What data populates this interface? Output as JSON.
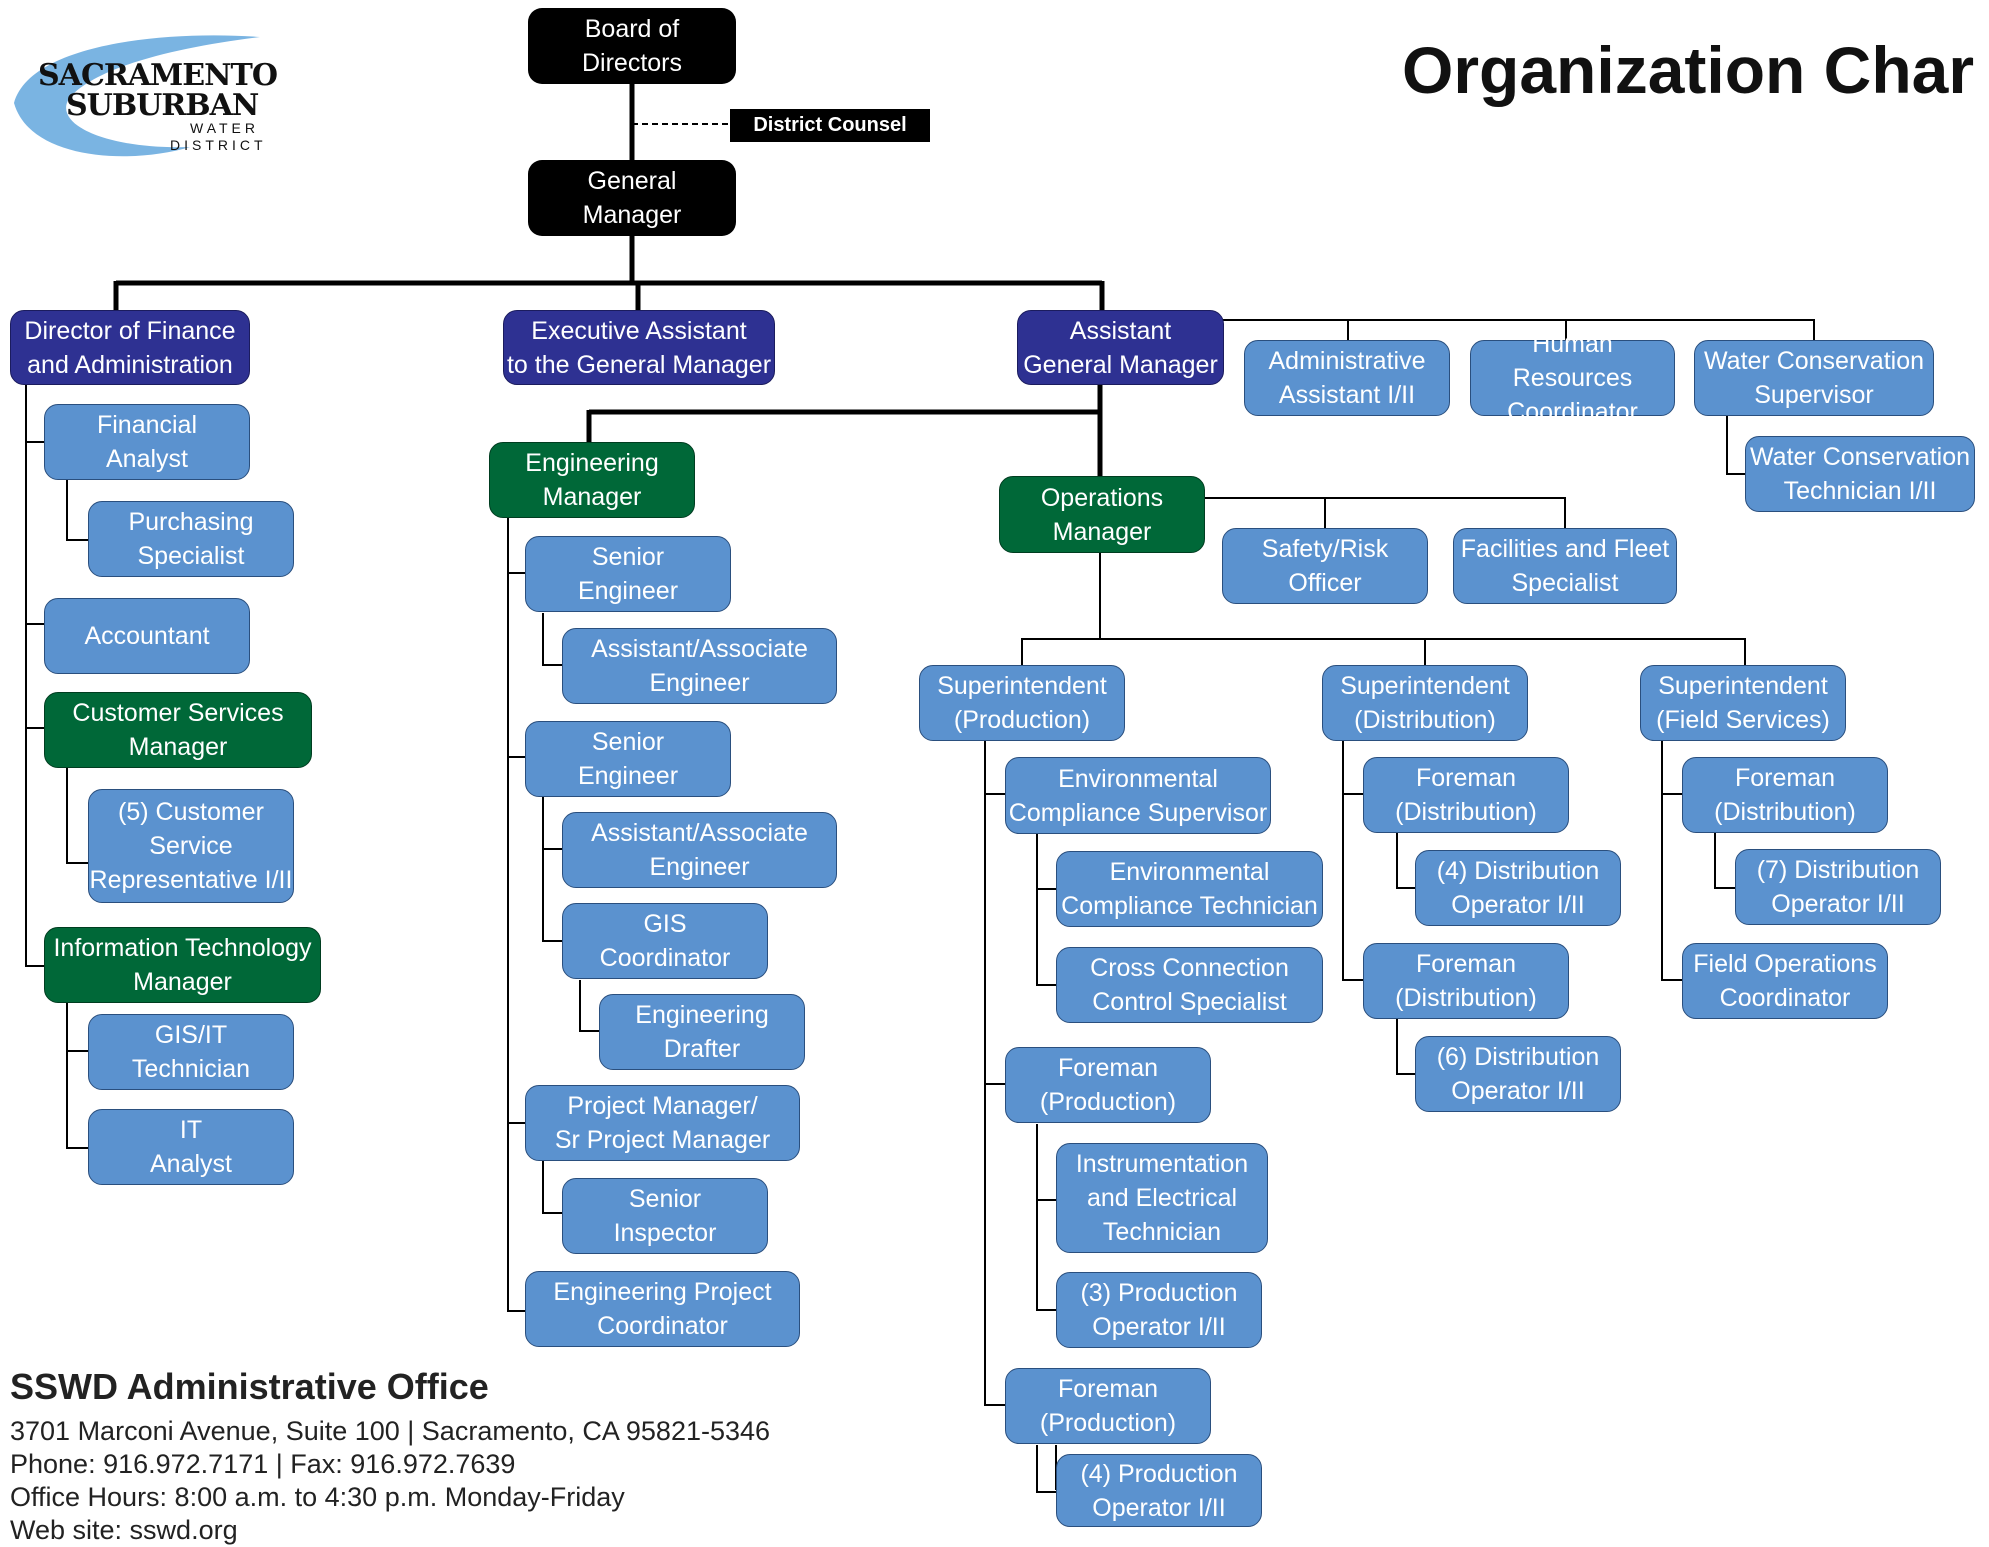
{
  "title": "Organization Char",
  "logo": {
    "line1": "SACRAMENTO",
    "line2": "SUBURBAN",
    "line3": "WATER",
    "line4": "DISTRICT"
  },
  "counsel": "District Counsel",
  "colors": {
    "executive": "#000000",
    "director": "#2e3192",
    "manager": "#006838",
    "staff": "#5b92cf"
  },
  "positions": {
    "board": "Board of\nDirectors",
    "gm": "General\nManager",
    "dfa": "Director of Finance\nand Administration",
    "exa": "Executive Assistant\nto the General Manager",
    "agm": "Assistant\nGeneral Manager",
    "aa": "Administrative\nAssistant I/II",
    "hr": "Human Resources\nCoordinator",
    "wcs": "Water Conservation\nSupervisor",
    "wct": "Water Conservation\nTechnician I/II",
    "fa": "Financial\nAnalyst",
    "ps": "Purchasing\nSpecialist",
    "acc": "Accountant",
    "csm": "Customer Services\nManager",
    "csr": "(5) Customer\nService\nRepresentative I/II",
    "itm": "Information Technology\nManager",
    "gist": "GIS/IT\nTechnician",
    "ita": "IT\nAnalyst",
    "em": "Engineering\nManager",
    "se1": "Senior\nEngineer",
    "aae1": "Assistant/Associate\nEngineer",
    "se2": "Senior\nEngineer",
    "aae2": "Assistant/Associate\nEngineer",
    "gisc": "GIS\nCoordinator",
    "ed": "Engineering\nDrafter",
    "pm": "Project Manager/\nSr Project Manager",
    "si": "Senior\nInspector",
    "epc": "Engineering Project\nCoordinator",
    "om": "Operations\nManager",
    "sro": "Safety/Risk\nOfficer",
    "ffs": "Facilities and Fleet\nSpecialist",
    "sp": "Superintendent\n(Production)",
    "sd": "Superintendent\n(Distribution)",
    "sf": "Superintendent\n(Field Services)",
    "ecs": "Environmental\nCompliance Supervisor",
    "ect": "Environmental\nCompliance Technician",
    "ccs": "Cross Connection\nControl Specialist",
    "fp1": "Foreman\n(Production)",
    "iet": "Instrumentation\nand Electrical\nTechnician",
    "po3": "(3) Production\nOperator I/II",
    "fp2": "Foreman\n(Production)",
    "po4": "(4) Production\nOperator I/II",
    "fd1": "Foreman\n(Distribution)",
    "do4": "(4) Distribution\nOperator I/II",
    "fd2": "Foreman\n(Distribution)",
    "do6": "(6) Distribution\nOperator I/II",
    "fd3": "Foreman\n(Distribution)",
    "do7": "(7) Distribution\nOperator I/II",
    "foc": "Field Operations\nCoordinator"
  },
  "office": {
    "title": "SSWD Administrative Office",
    "address": "3701 Marconi Avenue, Suite 100  |  Sacramento, CA 95821-5346",
    "phone": "Phone: 916.972.7171  |  Fax: 916.972.7639",
    "hours": "Office Hours: 8:00 a.m. to 4:30 p.m. Monday-Friday",
    "web": "Web site: sswd.org"
  }
}
